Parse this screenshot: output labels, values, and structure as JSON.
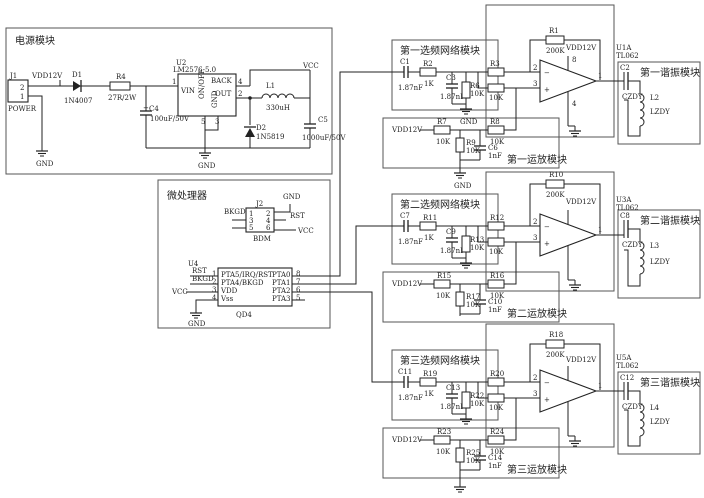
{
  "modules": {
    "power": "电源模块",
    "mcu": "微处理器",
    "filter1": "第一选频网络模块",
    "filter2": "第二选频网络模块",
    "filter3": "第三选频网络模块",
    "amp1": "第一运放模块",
    "amp2": "第二运放模块",
    "amp3": "第三运放模块",
    "res1": "第一谐振模块",
    "res2": "第二谐振模块",
    "res3": "第三谐振模块"
  },
  "power": {
    "j1": "J1",
    "j1_pin2": "2",
    "j1_pin1": "1",
    "j1_name": "POWER",
    "vdd": "VDD12V",
    "d1": "D1",
    "d1_val": "1N4007",
    "r4": "R4",
    "r4_val": "27R/2W",
    "c4": "C4",
    "c4_val": "100uF/50V",
    "u2": "U2",
    "u2_val": "LM2576-5.0",
    "u2_vin": "VIN",
    "u2_back": "BACK",
    "u2_out": "OUT",
    "u2_onoff": "ON/OFF",
    "u2_gnd": "GND",
    "u2_pin1": "1",
    "u2_pin2": "2",
    "u2_pin3": "3",
    "u2_pin4": "4",
    "u2_pin5": "5",
    "l1": "L1",
    "l1_val": "330uH",
    "d2": "D2",
    "d2_val": "1N5819",
    "c5": "C5",
    "c5_val": "1000uF/50V",
    "vcc": "VCC",
    "gnd1": "GND",
    "gnd2": "GND"
  },
  "mcu": {
    "j2": "J2",
    "j2_name": "BDM",
    "bkgd": "BKGD",
    "gnd": "GND",
    "rst": "RST",
    "vcc": "VCC",
    "j2_pins": [
      "1",
      "2",
      "3",
      "4",
      "5",
      "6"
    ],
    "u4": "U4",
    "u4_name": "QD4",
    "left_pins": [
      "PTA5/IRQ/RST",
      "PTA4/BKGD",
      "VDD",
      "Vss"
    ],
    "right_pins": [
      "PTA0",
      "PTA1",
      "PTA2",
      "PTA3"
    ],
    "left_nets": [
      "RST",
      "BKGD"
    ],
    "left_nums": [
      "1",
      "2",
      "3",
      "4"
    ],
    "right_nums": [
      "8",
      "7",
      "6",
      "5"
    ],
    "vcc_left": "VCC",
    "gnd_bottom": "GND"
  },
  "channels": [
    {
      "c_in": "C1",
      "c_in_val": "1.87nF",
      "r_a": "R2",
      "r_a_val": "1K",
      "c_b": "C3",
      "c_b_val": "1.87nF",
      "r_b": "R6",
      "r_b_val": "10K",
      "r_in": "R3",
      "r_in_val": "10K",
      "r_fb": "R1",
      "r_fb_val": "200K",
      "r_ref1": "R7",
      "r_ref1_val": "10K",
      "r_ref2": "R8",
      "r_ref2_val": "10K",
      "r_ref3": "R9",
      "r_ref3_val": "10K",
      "c_ref": "C6",
      "c_ref_val": "1nF",
      "opamp": "U1A",
      "opamp_val": "TL062",
      "c_out": "C2",
      "c_out_val": "CZDY",
      "coil": "L2",
      "coil_val": "LZDY",
      "vdd": "VDD12V",
      "gnd": "GND"
    },
    {
      "c_in": "C7",
      "c_in_val": "1.87nF",
      "r_a": "R11",
      "r_a_val": "1K",
      "c_b": "C9",
      "c_b_val": "1.87nF",
      "r_b": "R13",
      "r_b_val": "10K",
      "r_in": "R12",
      "r_in_val": "10K",
      "r_fb": "R10",
      "r_fb_val": "200K",
      "r_ref1": "R15",
      "r_ref1_val": "10K",
      "r_ref2": "R16",
      "r_ref2_val": "10K",
      "r_ref3": "R17",
      "r_ref3_val": "10K",
      "c_ref": "C10",
      "c_ref_val": "1nF",
      "opamp": "U3A",
      "opamp_val": "TL062",
      "c_out": "C8",
      "c_out_val": "CZDY",
      "coil": "L3",
      "coil_val": "LZDY",
      "vdd": "VDD12V",
      "gnd": "GND"
    },
    {
      "c_in": "C11",
      "c_in_val": "1.87nF",
      "r_a": "R19",
      "r_a_val": "1K",
      "c_b": "C13",
      "c_b_val": "1.87nF",
      "r_b": "R22",
      "r_b_val": "10K",
      "r_in": "R20",
      "r_in_val": "10K",
      "r_fb": "R18",
      "r_fb_val": "200K",
      "r_ref1": "R23",
      "r_ref1_val": "10K",
      "r_ref2": "R24",
      "r_ref2_val": "10K",
      "r_ref3": "R25",
      "r_ref3_val": "10K",
      "c_ref": "C14",
      "c_ref_val": "1nF",
      "opamp": "U5A",
      "opamp_val": "TL062",
      "c_out": "C12",
      "c_out_val": "CZDY",
      "coil": "L4",
      "coil_val": "LZDY",
      "vdd": "VDD12V",
      "gnd": "GND"
    }
  ],
  "opamp_pins": {
    "in_plus": "3",
    "in_minus": "2",
    "out": "1",
    "v_plus": "8",
    "v_minus": "4"
  }
}
